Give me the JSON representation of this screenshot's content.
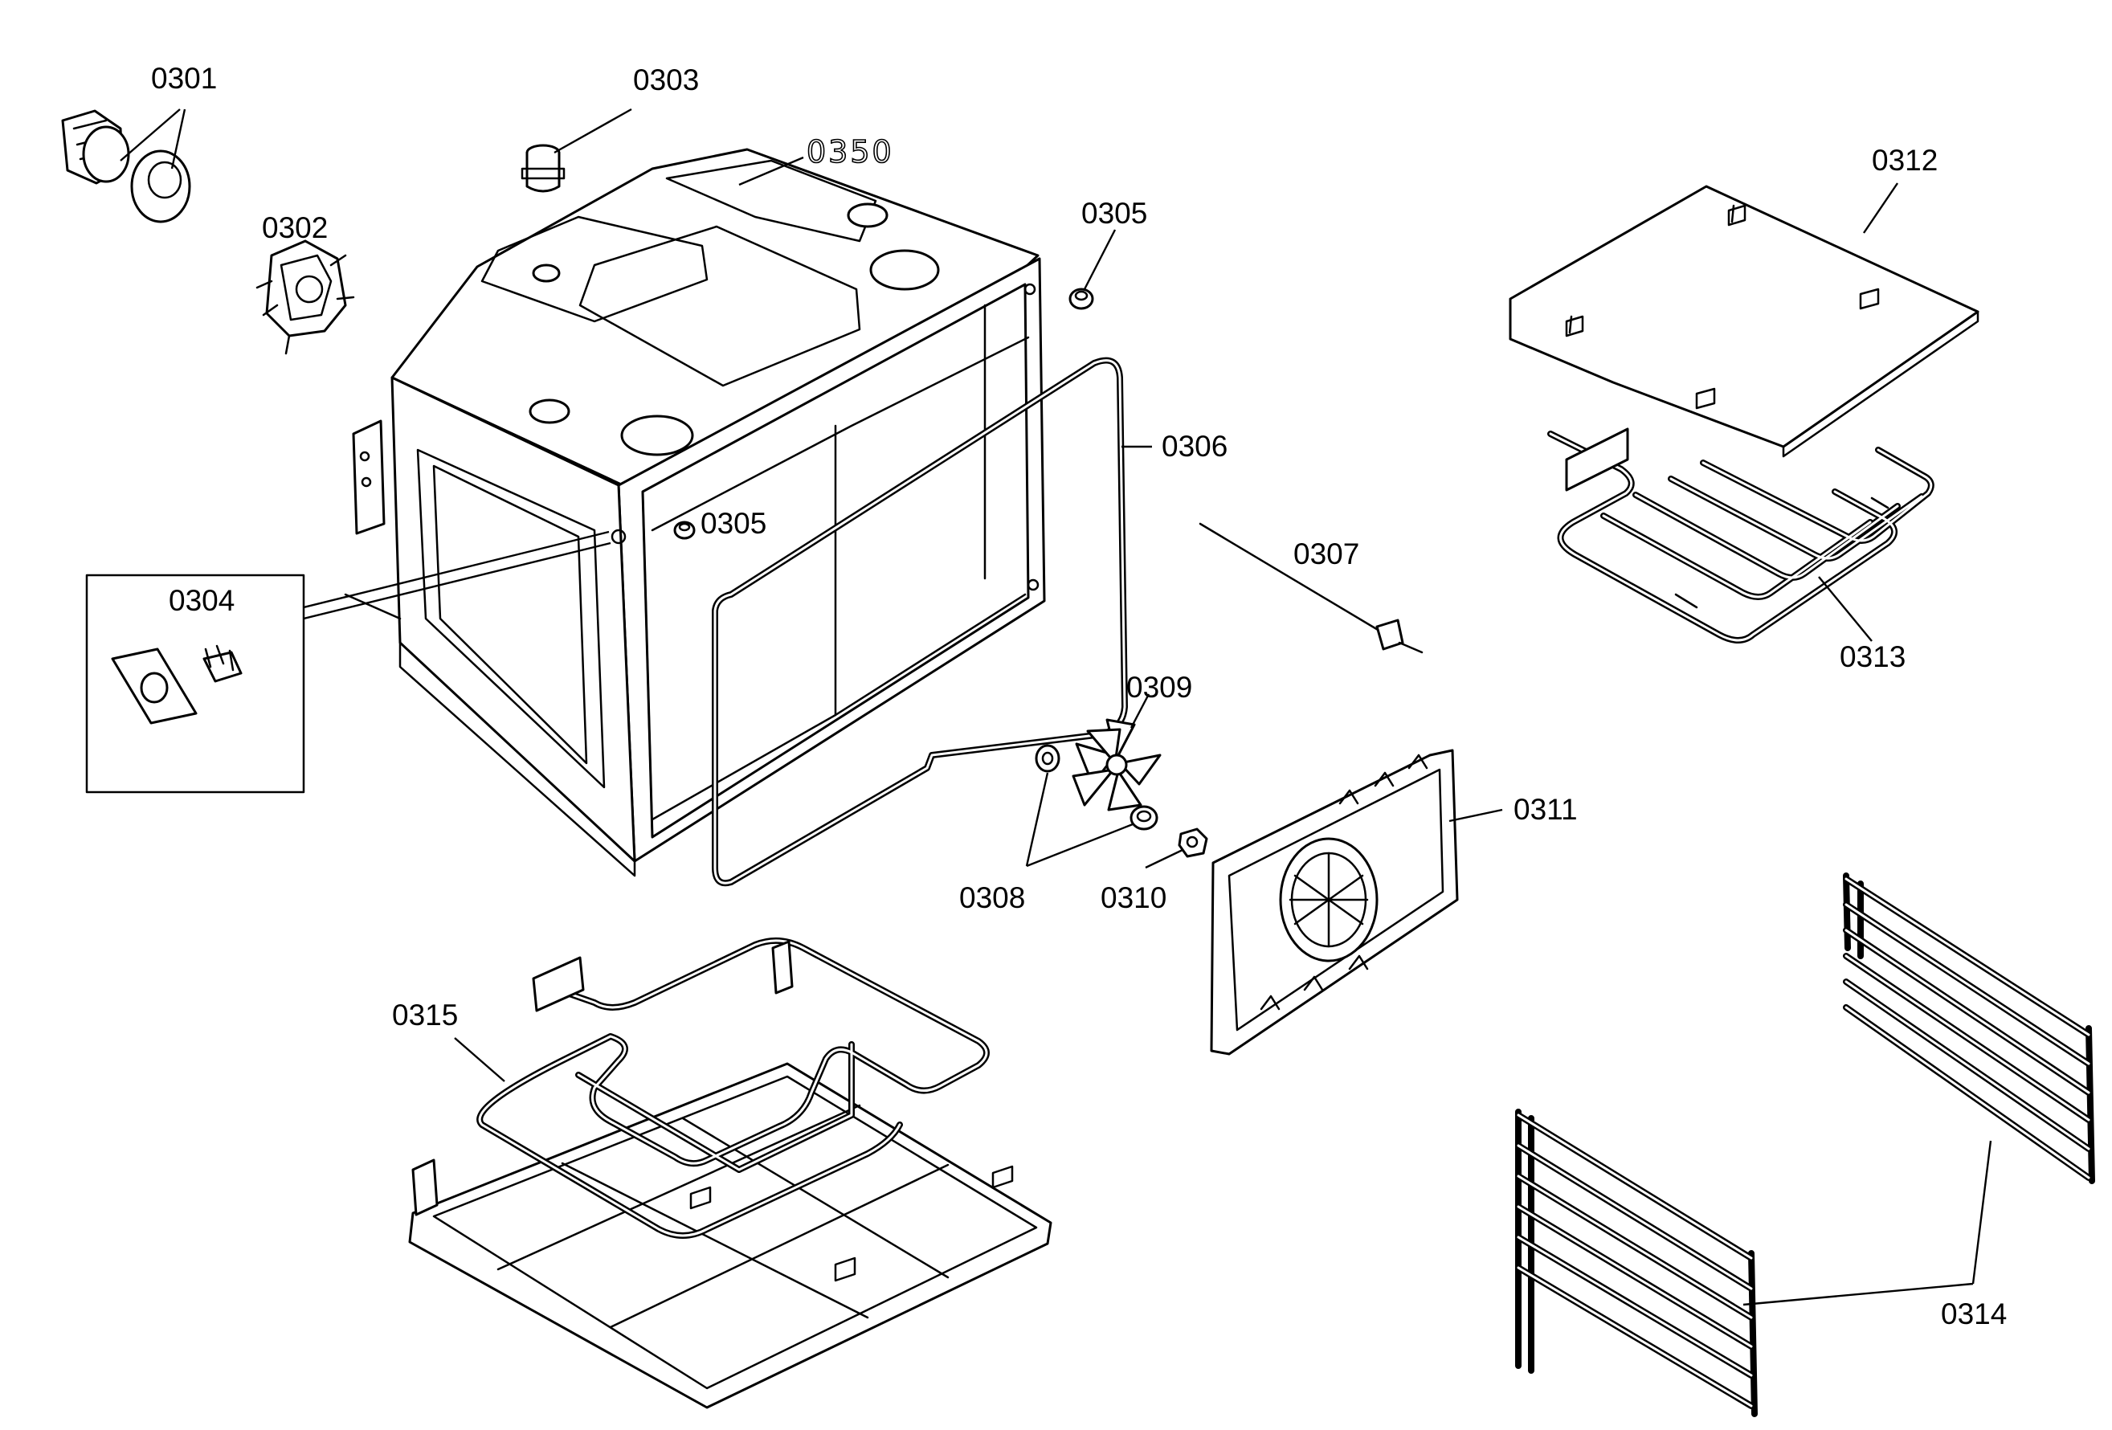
{
  "diagram": {
    "labels": {
      "l0301": "0301",
      "l0302": "0302",
      "l0303": "0303",
      "l0350": "0350",
      "l0305a": "0305",
      "l0305b": "0305",
      "l0306": "0306",
      "l0304": "0304",
      "l0307": "0307",
      "l0308": "0308",
      "l0309": "0309",
      "l0310": "0310",
      "l0311": "0311",
      "l0312": "0312",
      "l0313": "0313",
      "l0314": "0314",
      "l0315": "0315"
    }
  }
}
